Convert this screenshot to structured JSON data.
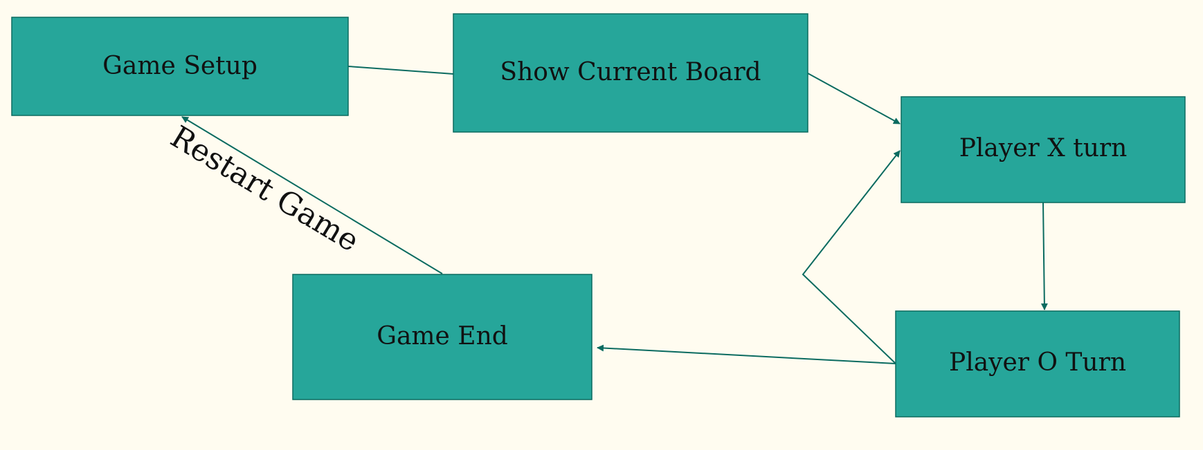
{
  "colors": {
    "background": "#fffcf0",
    "node_fill": "#26a69a",
    "node_border": "#0b6b60",
    "edge": "#0b6b60",
    "text": "#111111"
  },
  "nodes": [
    {
      "id": "game-setup",
      "label": "Game Setup"
    },
    {
      "id": "show-current-board",
      "label": "Show Current Board"
    },
    {
      "id": "player-x-turn",
      "label": "Player X turn"
    },
    {
      "id": "player-o-turn",
      "label": "Player O Turn"
    },
    {
      "id": "game-end",
      "label": "Game End"
    }
  ],
  "edges": [
    {
      "id": "setup-to-board",
      "from": "game-setup",
      "to": "show-current-board",
      "arrow": false
    },
    {
      "id": "board-to-x",
      "from": "show-current-board",
      "to": "player-x-turn",
      "arrow": true
    },
    {
      "id": "x-to-o",
      "from": "player-x-turn",
      "to": "player-o-turn",
      "arrow": true
    },
    {
      "id": "o-to-x",
      "from": "player-o-turn",
      "to": "player-x-turn",
      "arrow": true
    },
    {
      "id": "o-to-end",
      "from": "player-o-turn",
      "to": "game-end",
      "arrow": true
    },
    {
      "id": "end-to-setup",
      "from": "game-end",
      "to": "game-setup",
      "arrow": true,
      "label": "Restart Game"
    }
  ]
}
